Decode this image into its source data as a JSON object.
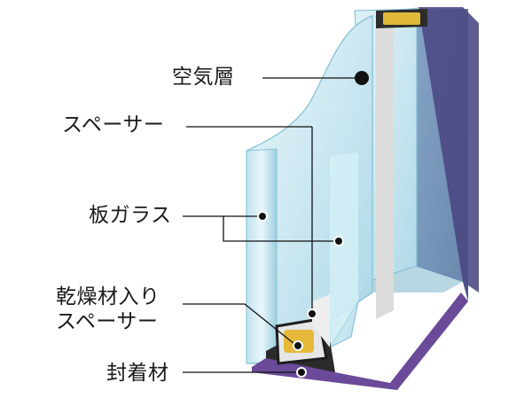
{
  "labels": {
    "air_layer": "空気層",
    "spacer": "スペーサー",
    "sheet_glass": "板ガラス",
    "desiccant_spacer_line1": "乾燥材入り",
    "desiccant_spacer_line2": "スペーサー",
    "sealant": "封着材"
  },
  "colors": {
    "glass_face": "#cfe9f1",
    "glass_edge": "#9fd3e4",
    "back_panel": "#5b5b94",
    "purple": "#6e4a9a",
    "desiccant": "#e0b83a",
    "spacer_gray": "#d8d8d8",
    "dark_seal": "#2f2f2f",
    "leader": "#111111"
  }
}
